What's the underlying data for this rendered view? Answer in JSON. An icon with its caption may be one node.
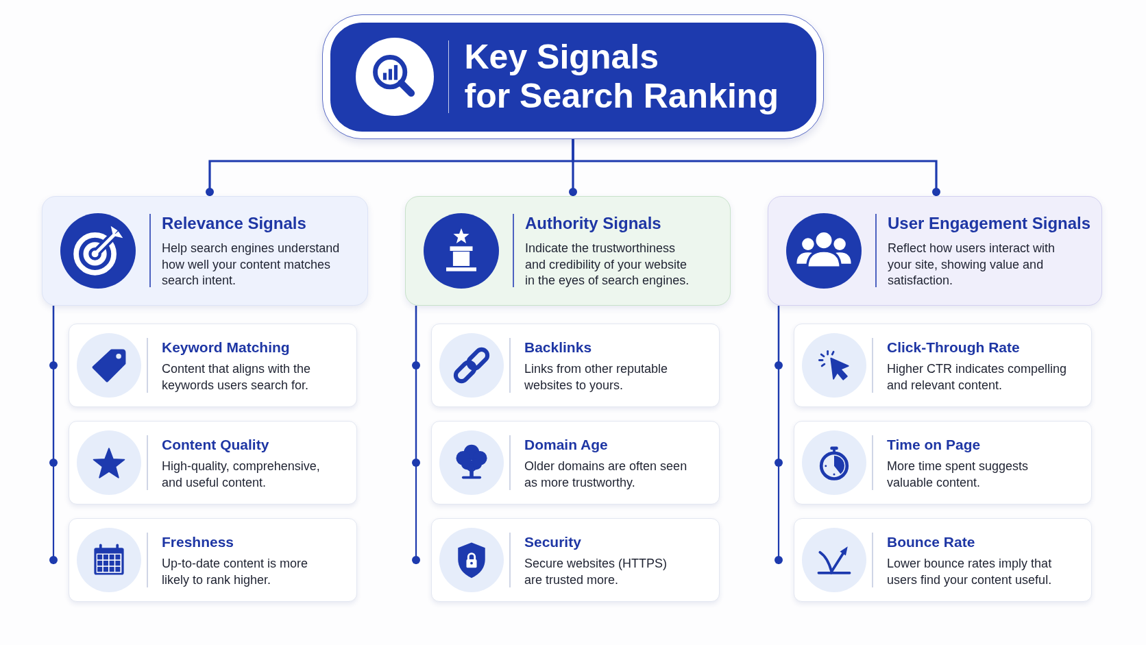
{
  "diagram": {
    "nodes": [
      {
        "text": [
          "Key Signals for Search Ranking"
        ]
      },
      {
        "text": [
          "Relevance Signals",
          "Help search engines understand how well your content matches search intent."
        ]
      },
      {
        "text": [
          "Authority Signals",
          "Indicate the trustworthiness and credibility of your website in the eyes of search engines."
        ]
      },
      {
        "text": [
          "User Engagement Signals",
          "Reflect how users interact with your site, showing value and satisfaction."
        ]
      },
      {
        "text": [
          "Keyword Matching",
          "Content that aligns with the keywords users search for."
        ]
      },
      {
        "text": [
          "Backlinks",
          "Links from other reputable websites to yours."
        ]
      },
      {
        "text": [
          "Click-Through Rate",
          "Higher CTR indicates compelling and relevant content."
        ]
      },
      {
        "text": [
          "Content Quality",
          "High-quality, comprehensive, and useful content."
        ]
      },
      {
        "text": [
          "Domain Age",
          "Older domains are often seen as more trustworthy."
        ]
      },
      {
        "text": [
          "Time on Page",
          "More time spent suggests valuable content."
        ]
      },
      {
        "text": [
          "Freshness",
          "Up-to-date content is more likely to rank higher."
        ]
      },
      {
        "text": [
          "Security",
          "Secure websites (HTTPS) are trusted more."
        ]
      },
      {
        "text": [
          "Bounce Rate",
          "Lower bounce rates imply that users find your content useful."
        ]
      }
    ],
    "edges": [
      {
        "from": 0,
        "to": 1,
        "arrow": "other"
      },
      {
        "from": 0,
        "to": 2,
        "arrow": "other"
      },
      {
        "from": 0,
        "to": 3,
        "arrow": "other"
      },
      {
        "from": 1,
        "to": 4,
        "arrow": "other"
      },
      {
        "from": 1,
        "to": 7,
        "arrow": "other"
      },
      {
        "from": 1,
        "to": 10,
        "arrow": "other"
      },
      {
        "from": 2,
        "to": 5,
        "arrow": "other"
      },
      {
        "from": 2,
        "to": 8,
        "arrow": "other"
      },
      {
        "from": 2,
        "to": 11,
        "arrow": "other"
      },
      {
        "from": 3,
        "to": 6,
        "arrow": "other"
      },
      {
        "from": 3,
        "to": 9,
        "arrow": "other"
      },
      {
        "from": 3,
        "to": 12,
        "arrow": "other"
      }
    ]
  }
}
